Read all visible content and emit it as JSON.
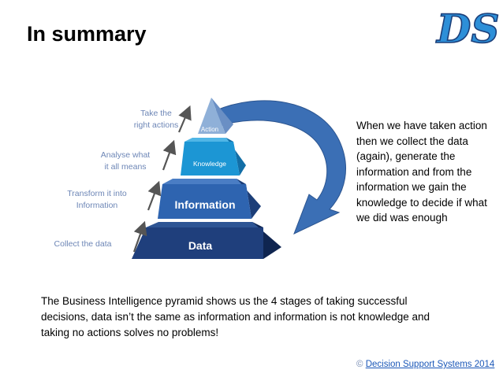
{
  "title": "In summary",
  "logo": {
    "text": "DS",
    "icon": "ds-logo"
  },
  "pyramid": {
    "levels": {
      "action": "Action",
      "knowledge": "Knowledge",
      "information": "Information",
      "data": "Data"
    },
    "stages": {
      "take_action": [
        "Take the",
        "right actions"
      ],
      "analyse": [
        "Analyse what",
        "it all means"
      ],
      "transform": [
        "Transform it into",
        "Information"
      ],
      "collect": "Collect the data"
    }
  },
  "explanation": "When we have taken action then we collect the data (again), generate the information and from the information we gain the knowledge to decide if what we did was enough",
  "summary": "The Business Intelligence pyramid shows us the 4 stages of taking successful decisions, data isn’t the same as information and information is not knowledge and taking no actions solves no problems!",
  "footer": {
    "symbol": "©",
    "link_text": "Decision Support Systems 2014"
  },
  "colors": {
    "data": "#1f3f7c",
    "information": "#2e64b0",
    "knowledge": "#1c96d4",
    "action": "#8fb0d8",
    "curved_arrow": "#3b6fb5",
    "stage_text": "#6d86b6"
  }
}
